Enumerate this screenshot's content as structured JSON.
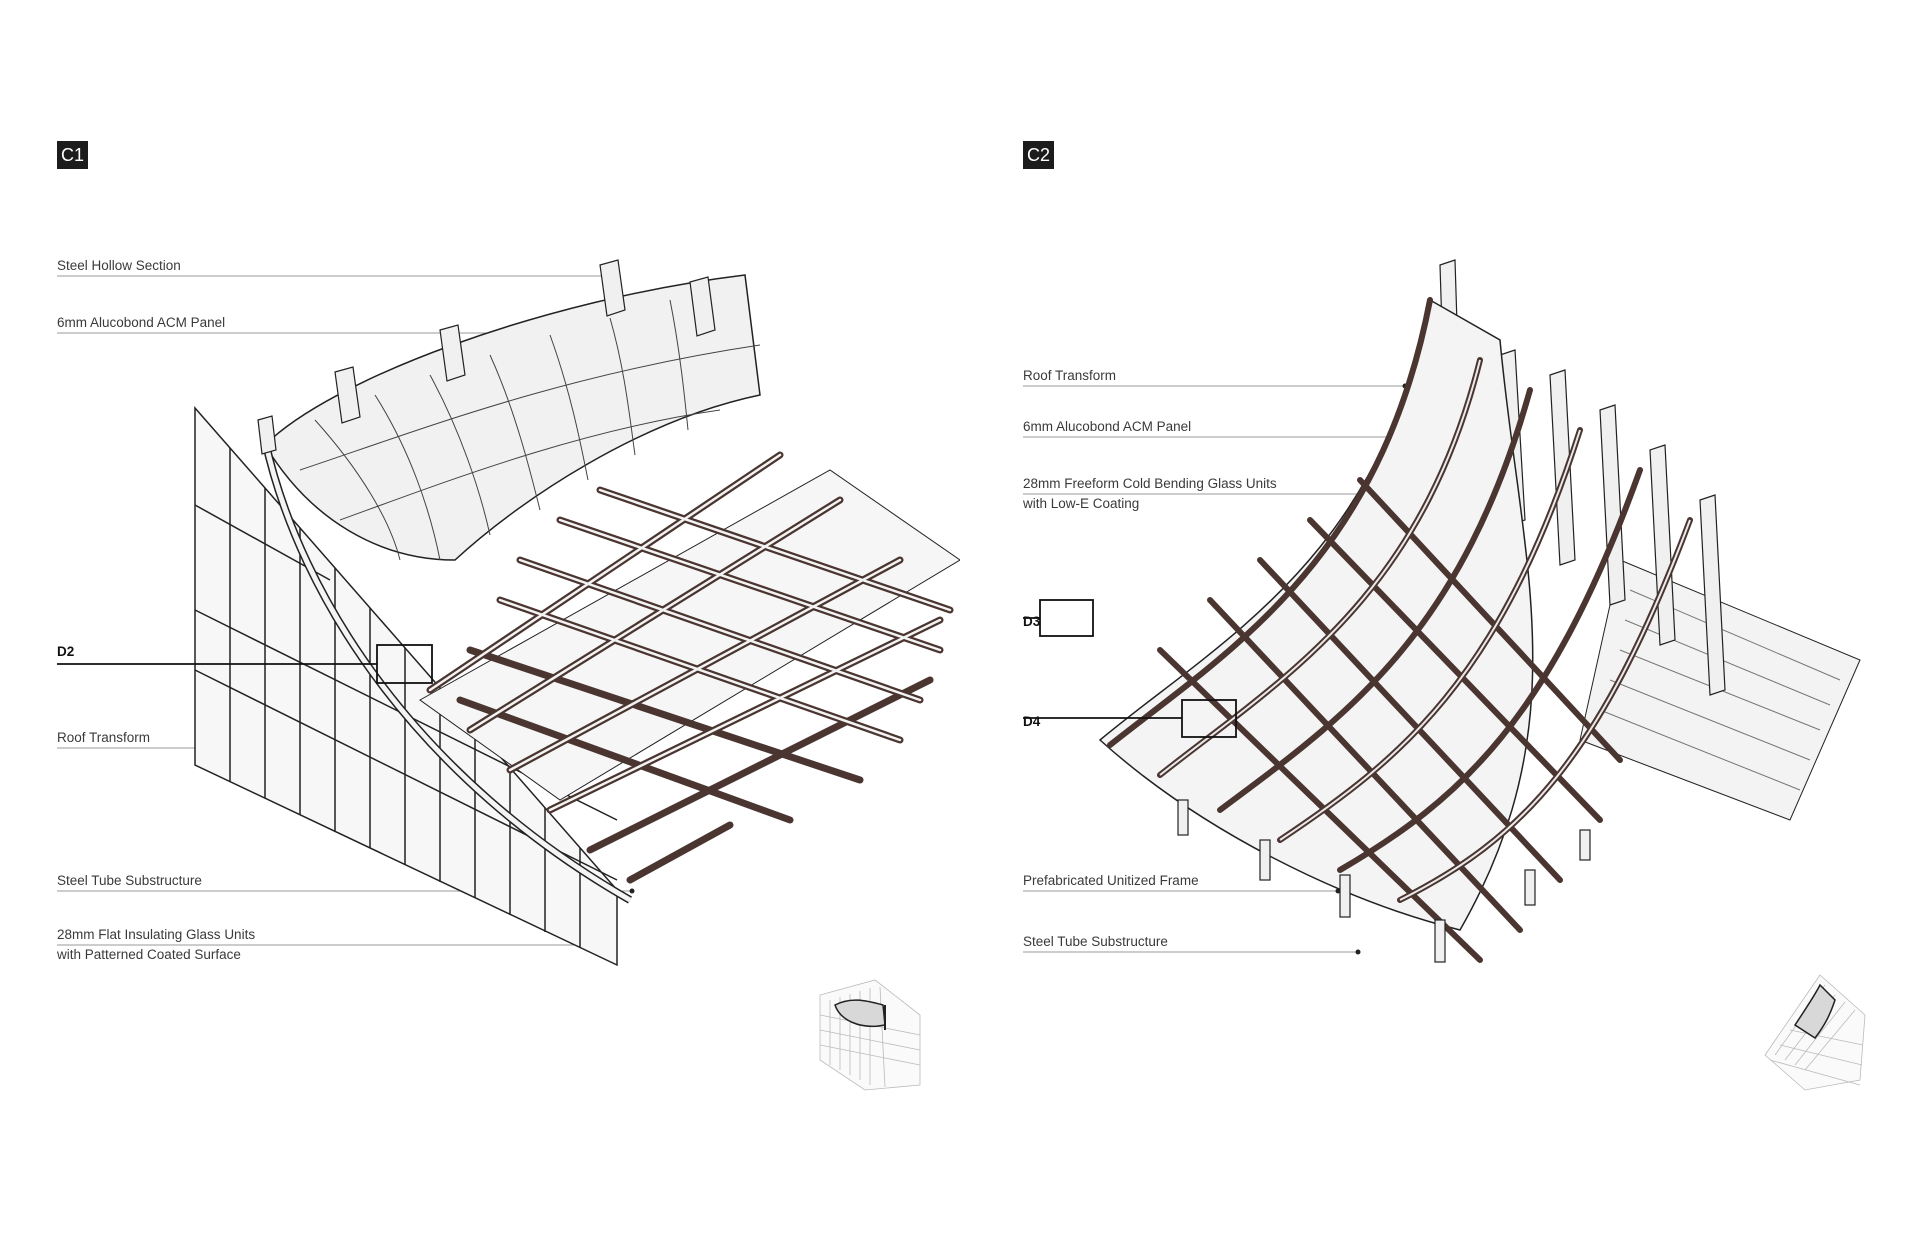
{
  "panels": {
    "c1": {
      "badge": "C1",
      "labels": {
        "steel_hollow_section": "Steel Hollow Section",
        "acm_panel": "6mm Alucobond ACM Panel",
        "roof_transform": "Roof Transform",
        "steel_tube_substructure": "Steel Tube Substructure",
        "glass_units_line1": "28mm Flat Insulating Glass Units",
        "glass_units_line2": "with Patterned Coated Surface"
      },
      "details": {
        "d2": "D2"
      }
    },
    "c2": {
      "badge": "C2",
      "labels": {
        "roof_transform": "Roof Transform",
        "acm_panel": "6mm Alucobond ACM Panel",
        "glass_units_line1": "28mm Freeform Cold Bending Glass Units",
        "glass_units_line2": "with Low-E Coating",
        "prefab_frame": "Prefabricated Unitized Frame",
        "steel_tube_substructure": "Steel Tube Substructure"
      },
      "details": {
        "d3": "D3",
        "d4": "D4"
      }
    }
  },
  "colors": {
    "badge_bg": "#1c1c1c",
    "leader_line": "#9a9a9a",
    "steel_tube": "#4a3530",
    "panel_fill": "#f4f4f4",
    "outline": "#222222"
  }
}
